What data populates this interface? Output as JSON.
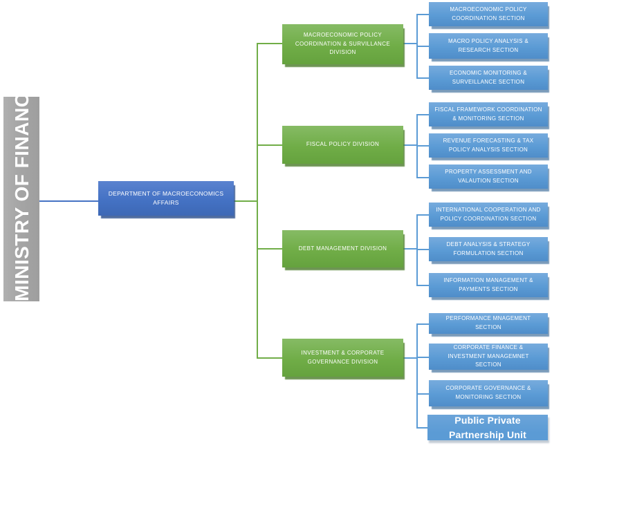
{
  "ministry": {
    "label": "MINISTRY OF FINANCE"
  },
  "department": {
    "label": "DEPARTMENT OF MACROECONOMICS AFFAIRS"
  },
  "divisions": [
    {
      "label": "MACROECONOMIC POLICY COORDINATION & SURVILLANCE DIVISION",
      "sections": [
        "MACROECONOMIC POLICY COORDINATION SECTION",
        "MACRO POLICY ANALYSIS & RESEARCH SECTION",
        "ECONOMIC MONITORING & SURVEILLANCE SECTION"
      ]
    },
    {
      "label": "FISCAL POLICY DIVISION",
      "sections": [
        "FISCAL FRAMEWORK COORDINATION & MONITORING SECTION",
        "REVENUE FORECASTING & TAX POLICY ANALYSIS SECTION",
        "PROPERTY ASSESSMENT AND VALAUTION SECTION"
      ]
    },
    {
      "label": "DEBT MANAGEMENT DIVISION",
      "sections": [
        "INTERNATIONAL COOPERATION AND POLICY COORDINATION SECTION",
        "DEBT ANALYSIS & STRATEGY FORMULATION SECTION",
        "INFORMATION MANAGEMENT & PAYMENTS SECTION"
      ]
    },
    {
      "label": "INVESTMENT & CORPORATE GOVERNANCE DIVISION",
      "sections": [
        "PERFORMANCE MNAGEMENT SECTION",
        "CORPORATE FINANCE & INVESTMENT MANAGEMNET SECTION",
        "CORPORATE GOVERNANCE & MONITORING SECTION",
        "Public Private Partnership Unit"
      ]
    }
  ],
  "colors": {
    "ministry_bar": "#a6a6a6",
    "department_fill": "#4472c4",
    "division_fill": "#70ad47",
    "section_fill": "#5b9bd5",
    "connector_green": "#70ad47",
    "connector_blue": "#5b9bd5",
    "connector_department": "#4472c4",
    "text": "#ffffff"
  }
}
